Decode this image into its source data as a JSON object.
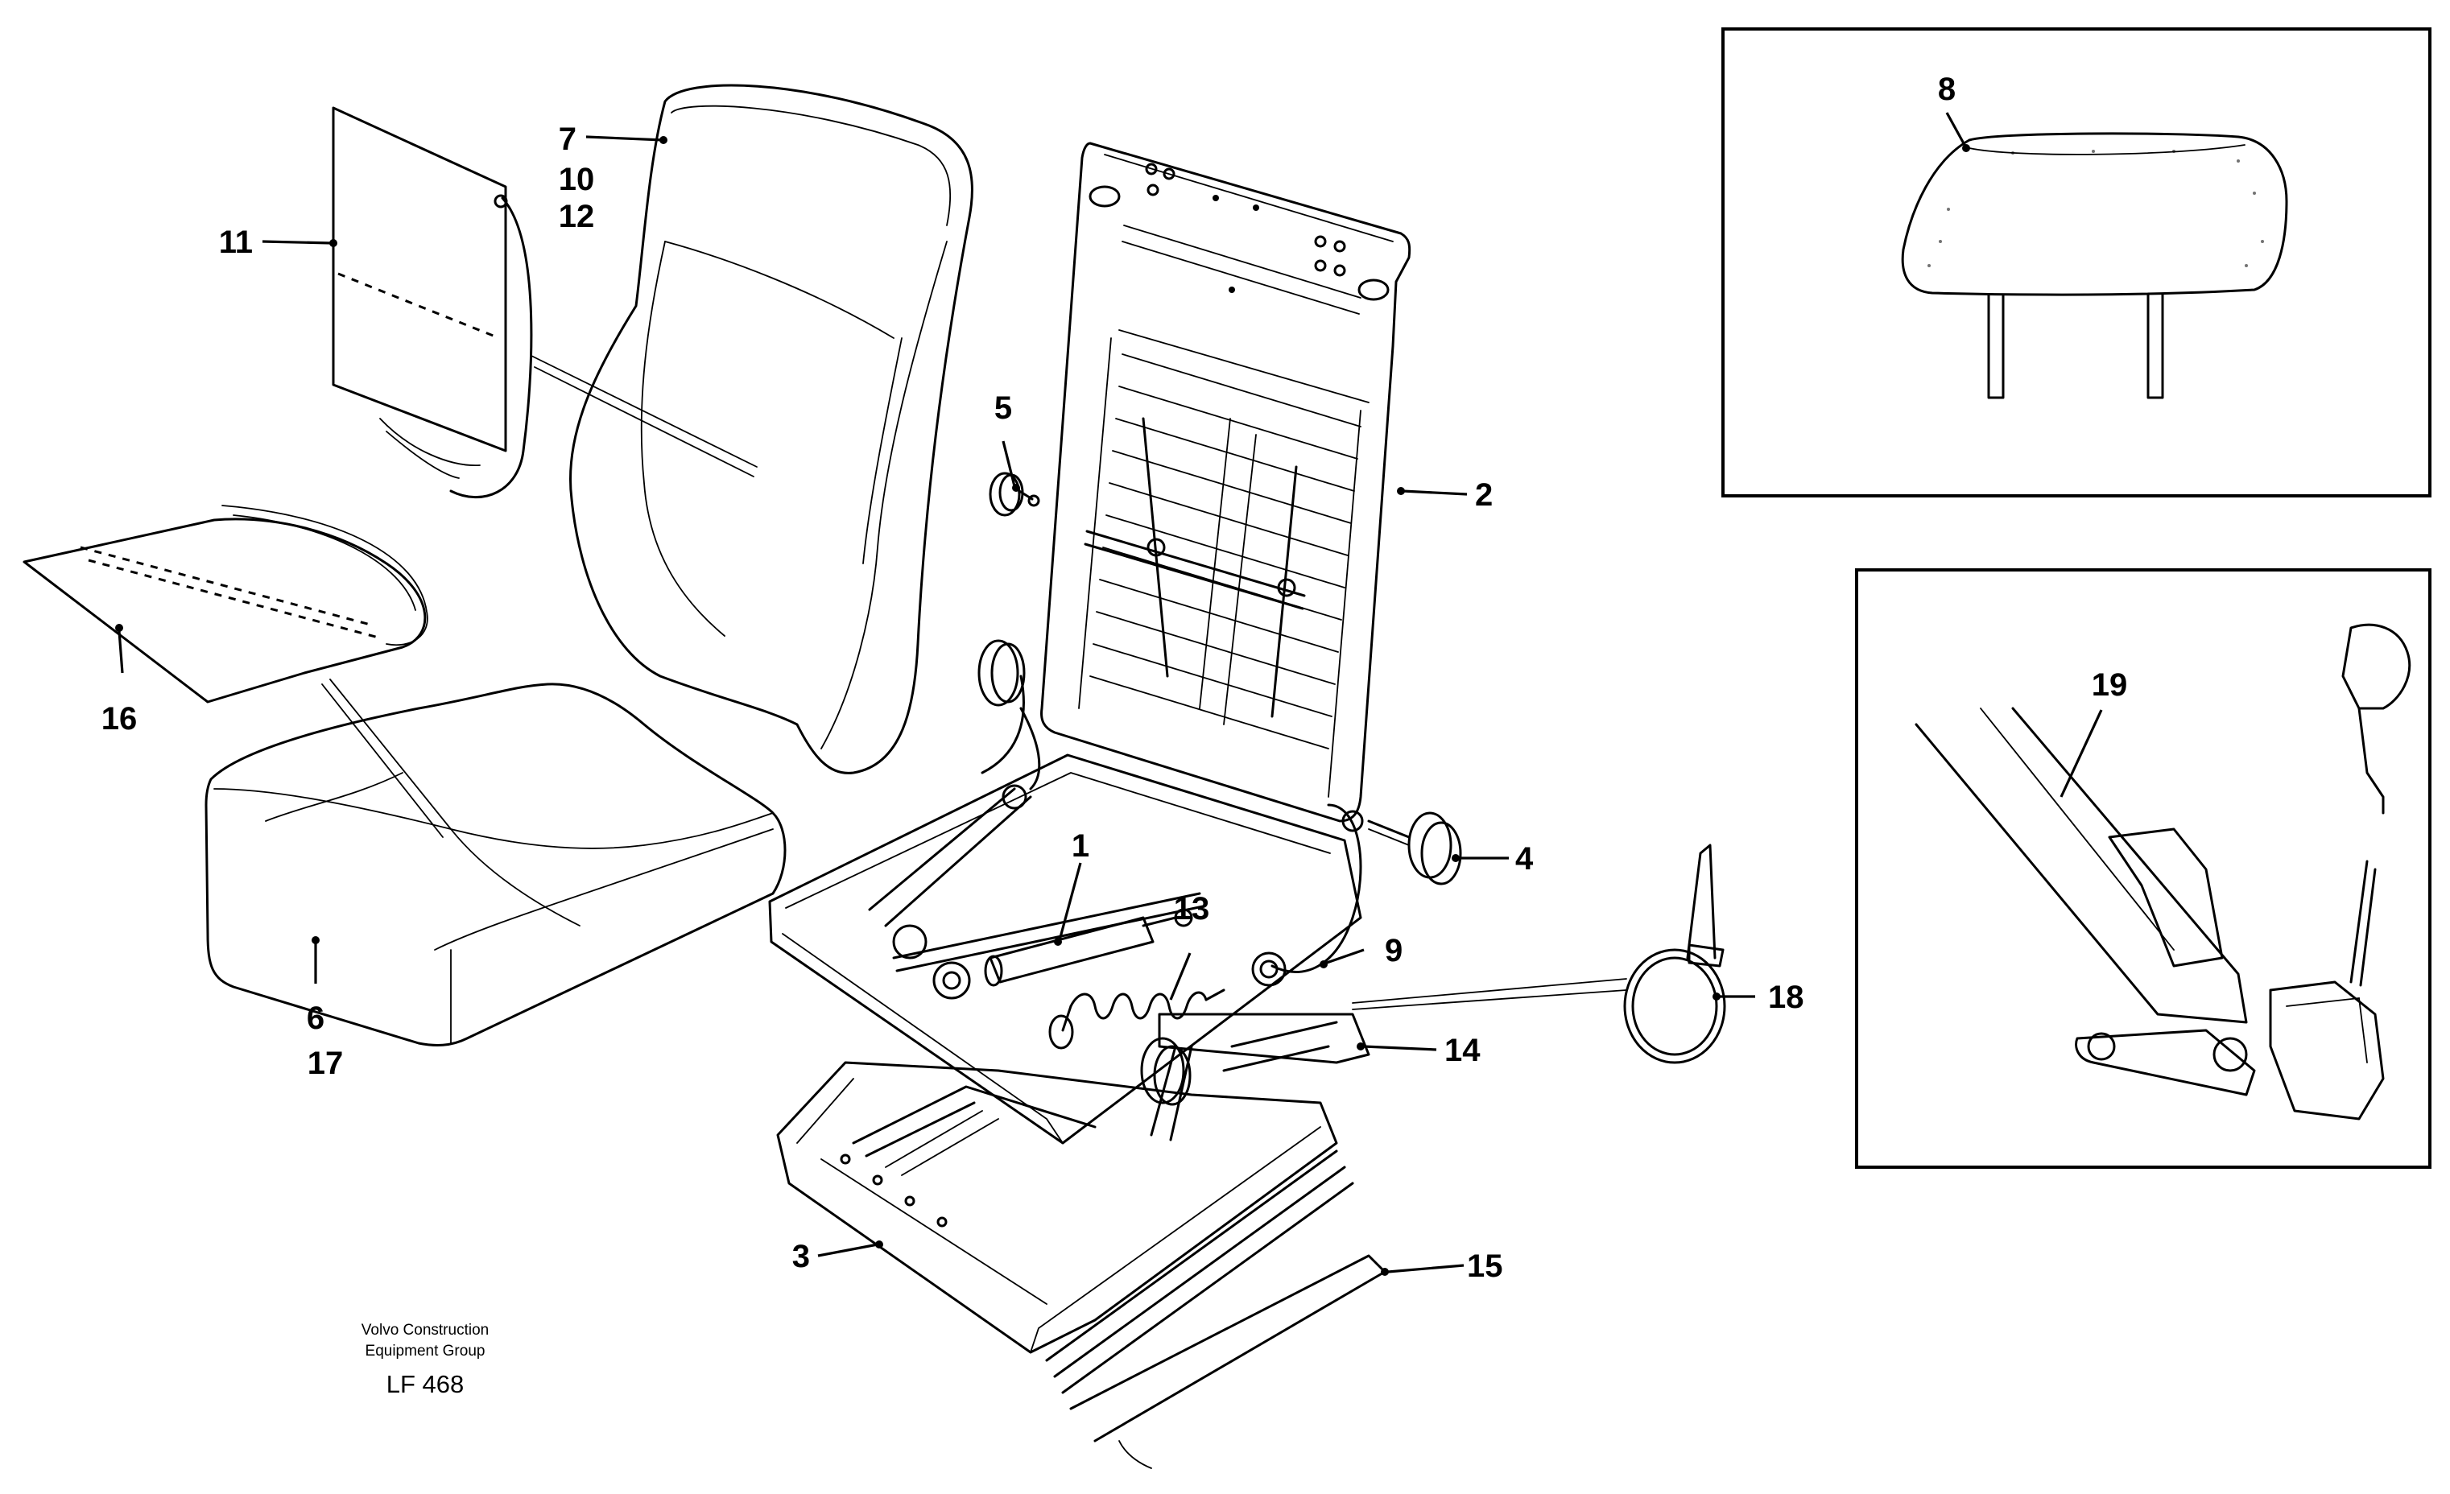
{
  "diagram": {
    "callouts": {
      "c1": "1",
      "c2": "2",
      "c3": "3",
      "c4": "4",
      "c5": "5",
      "c6": "6",
      "c7": "7",
      "c8": "8",
      "c9": "9",
      "c10": "10",
      "c11": "11",
      "c12": "12",
      "c13": "13",
      "c14": "14",
      "c15": "15",
      "c16": "16",
      "c17": "17",
      "c18": "18",
      "c19": "19"
    },
    "footer": {
      "line1": "Volvo Construction",
      "line2": "Equipment Group",
      "code": "LF 468"
    }
  }
}
